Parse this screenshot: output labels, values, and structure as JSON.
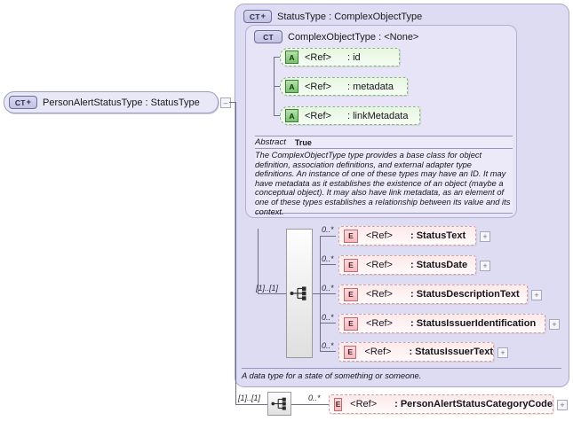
{
  "diagram": {
    "type": "xsd-schema-diagram",
    "root": {
      "badge": "CT",
      "badge_expand": "+",
      "label": "PersonAlertStatusType : StatusType",
      "collapse_glyph": "–"
    },
    "outer_type": {
      "badge": "CT",
      "badge_expand": "+",
      "label": "StatusType : ComplexObjectType",
      "documentation": "A data type for a state of something or someone."
    },
    "inner_type": {
      "badge": "CT",
      "label": "ComplexObjectType : <None>",
      "abstract_key": "Abstract",
      "abstract_value": "True",
      "annotation": "The ComplexObjectType type provides a base class for object definition, association definitions, and external adapter type definitions. An instance of one of these types may have an ID. It may have metadata as it establishes the existence of an object (maybe a conceptual object). It may also have link metadata, as an element of one of these types establishes a relationship between its value and its context."
    },
    "attributes": [
      {
        "badge": "A",
        "ref": "<Ref>",
        "name": ": id"
      },
      {
        "badge": "A",
        "ref": "<Ref>",
        "name": ": metadata"
      },
      {
        "badge": "A",
        "ref": "<Ref>",
        "name": ": linkMetadata"
      }
    ],
    "sequence_inner": {
      "icon": "sequence-icon",
      "multiplicity": "[1]..[1]"
    },
    "elements": [
      {
        "badge": "E",
        "ref": "<Ref>",
        "name": ": StatusText",
        "multiplicity": "0..*",
        "expand": "+"
      },
      {
        "badge": "E",
        "ref": "<Ref>",
        "name": ": StatusDate",
        "multiplicity": "0..*",
        "expand": "+"
      },
      {
        "badge": "E",
        "ref": "<Ref>",
        "name": ": StatusDescriptionText",
        "multiplicity": "0..*",
        "expand": "+"
      },
      {
        "badge": "E",
        "ref": "<Ref>",
        "name": ": StatusIssuerIdentification",
        "multiplicity": "0..*",
        "expand": "+"
      },
      {
        "badge": "E",
        "ref": "<Ref>",
        "name": ": StatusIssuerText",
        "multiplicity": "0..*",
        "expand": "+"
      }
    ],
    "sequence_outer": {
      "icon": "sequence-icon",
      "multiplicity": "[1]..[1]"
    },
    "bottom_element": {
      "badge": "E",
      "ref": "<Ref>",
      "name": ": PersonAlertStatusCategoryCode",
      "multiplicity": "0..*",
      "expand": "+"
    },
    "colors": {
      "outer_fill": "#dedcf2",
      "inner_fill": "#e6e4f6",
      "root_fill": "#e9e8f6",
      "attribute_fill": "#e6f6e0",
      "element_fill": "#fde9ea",
      "line": "#6e6e84"
    }
  }
}
